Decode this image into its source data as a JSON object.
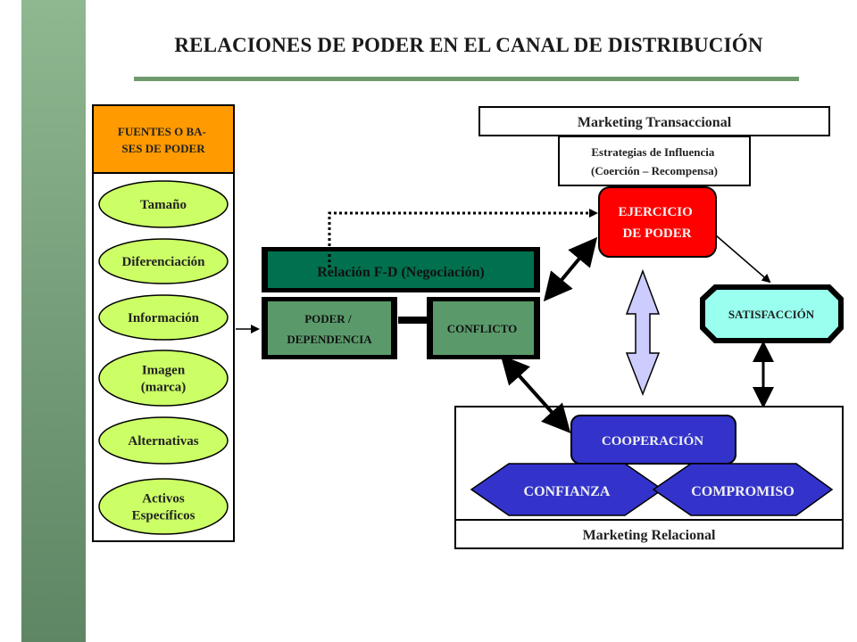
{
  "title": "RELACIONES DE PODER EN EL CANAL DE DISTRIBUCIÓN",
  "sources": {
    "header": [
      "FUENTES O BA-",
      "SES DE PODER"
    ],
    "items": [
      [
        "Tamaño"
      ],
      [
        "Diferenciación"
      ],
      [
        "Información"
      ],
      [
        "Imagen",
        "(marca)"
      ],
      [
        "Alternativas"
      ],
      [
        "Activos",
        "Específicos"
      ]
    ]
  },
  "negotiation": {
    "relation_label": "Relación F-D (Negociación)",
    "power_dependence": [
      "PODER /",
      "DEPENDENCIA"
    ],
    "conflict": "CONFLICTO"
  },
  "transactional": {
    "label": "Marketing  Transaccional",
    "strategies": [
      "Estrategias de Influencia",
      "(Coerción – Recompensa)"
    ],
    "exercise": [
      "EJERCICIO",
      "DE  PODER"
    ]
  },
  "satisfaction": "SATISFACCIÓN",
  "relational": {
    "cooperation": "COOPERACIÓN",
    "trust": "CONFIANZA",
    "commitment": "COMPROMISO",
    "label": "Marketing  Relacional"
  },
  "colors": {
    "sidebar": "#769d79",
    "underline": "#6e9a6e",
    "source_header": "#ff9a00",
    "source_oval": "#ccff66",
    "negotiation_dark": "#00704e",
    "negotiation_mid": "#5a9a6a",
    "exercise": "#ff0000",
    "satisfaction": "#99ffee",
    "cooperation": "#3333cc",
    "double_arrow": "#ccccff"
  }
}
